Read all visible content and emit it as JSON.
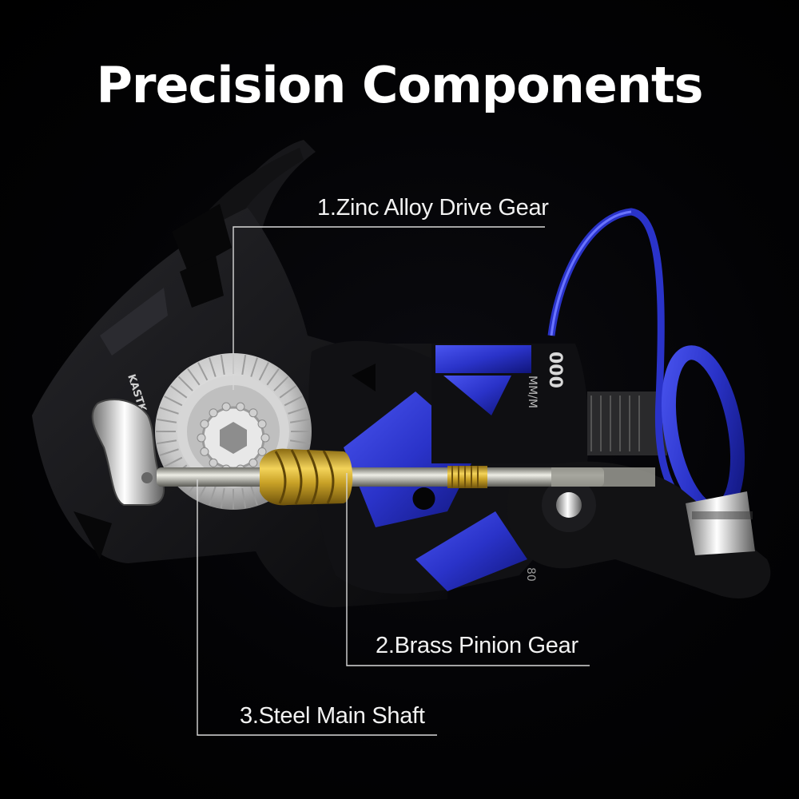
{
  "title": "Precision Components",
  "callouts": [
    {
      "label": "1.Zinc Alloy Drive Gear"
    },
    {
      "label": "2.Brass Pinion Gear"
    },
    {
      "label": "3.Steel Main Shaft"
    }
  ],
  "product_markings": {
    "brand": "KASTK",
    "spool_model": "000",
    "spool_line_spec": "MM/M",
    "spool_capacity": "80"
  },
  "colors": {
    "background": "#000000",
    "reel_body": "#141416",
    "accent_blue": "#2a33c9",
    "brass": "#c9a227",
    "steel": "#bdbdb5",
    "text": "#ffffff"
  }
}
